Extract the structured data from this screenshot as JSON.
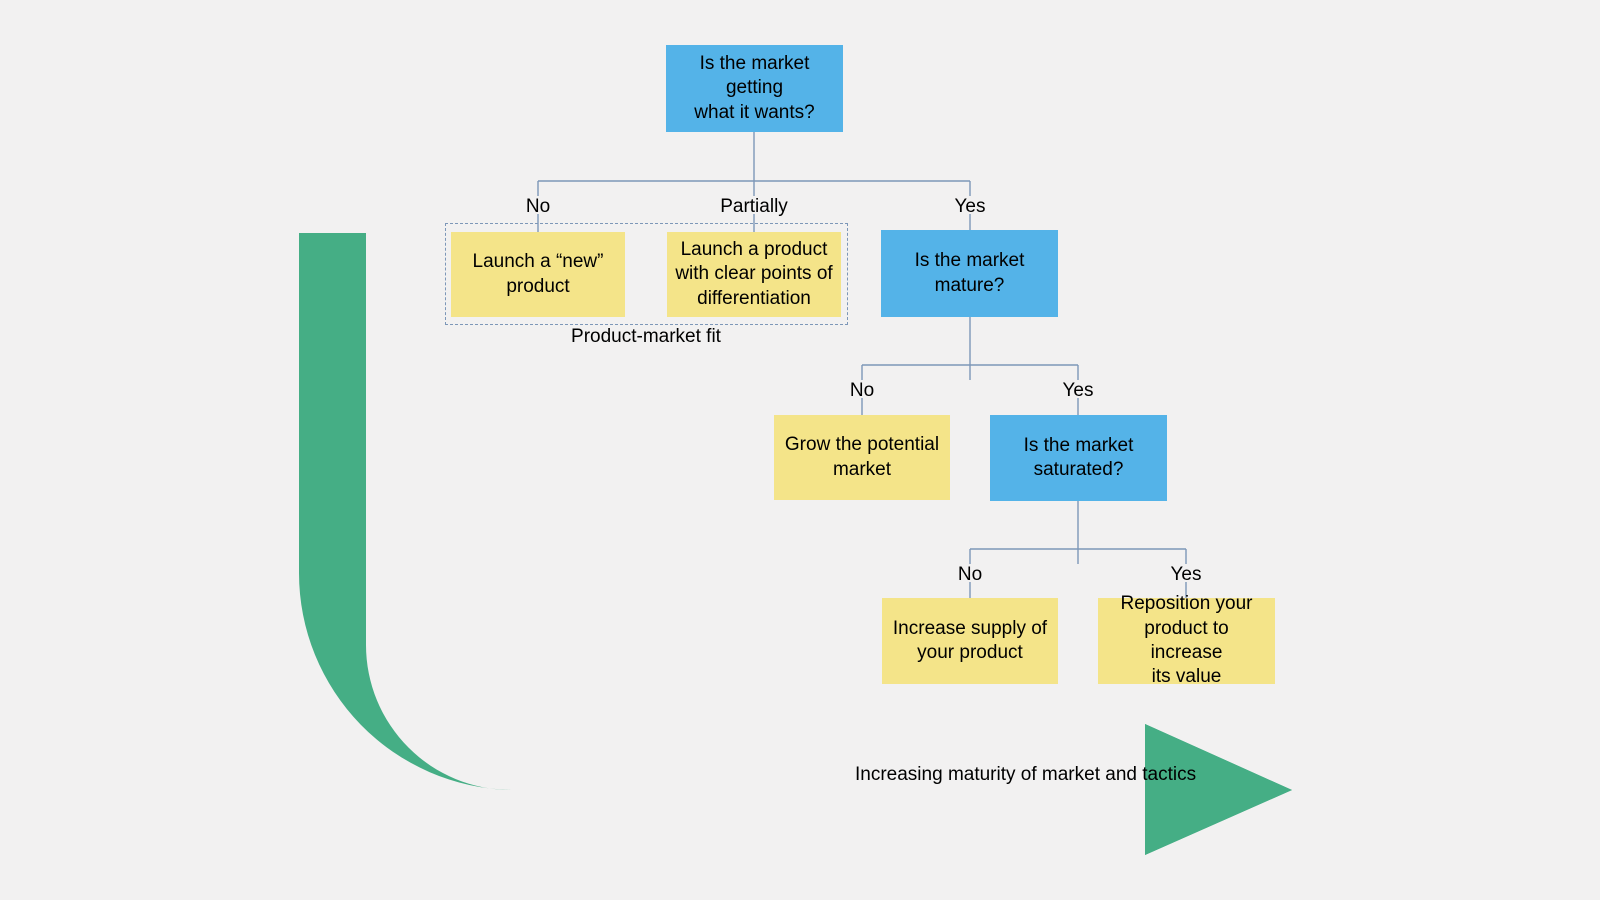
{
  "diagram": {
    "background_color": "#f2f1f1",
    "decision_color": "#54b3e8",
    "action_color": "#f4e489",
    "arrow_color": "#45ae85",
    "connector_color": "#7d97b8",
    "root": {
      "id": "market-getting-what-it-wants",
      "text": "Is the market getting\nwhat it wants?"
    },
    "nodes": {
      "launch_new_product": "Launch a “new”\nproduct",
      "launch_differentiated_product": "Launch a product\nwith clear points of\ndifferentiation",
      "market_mature": "Is the market\nmature?",
      "grow_potential_market": "Grow the potential\nmarket",
      "market_saturated": "Is the market\nsaturated?",
      "increase_supply": "Increase supply of\nyour product",
      "reposition_product": "Reposition your\nproduct to increase\nits value"
    },
    "edge_labels": {
      "root_no": "No",
      "root_partially": "Partially",
      "root_yes": "Yes",
      "mature_no": "No",
      "mature_yes": "Yes",
      "saturated_no": "No",
      "saturated_yes": "Yes"
    },
    "groups": {
      "product_market_fit": "Product-market fit"
    },
    "banner": {
      "caption": "Increasing maturity of market and tactics"
    }
  }
}
